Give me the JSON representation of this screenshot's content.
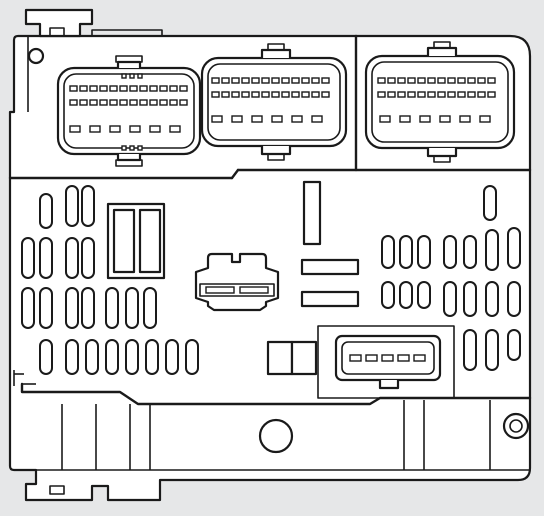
{
  "diagram": {
    "colors": {
      "background": "#e6e7e8",
      "housing": "#ffffff",
      "outline": "#1a1a1a"
    },
    "components": {
      "connectors": 4,
      "blade_fuses": 38,
      "relays": 4,
      "mounting_holes": 3
    }
  }
}
